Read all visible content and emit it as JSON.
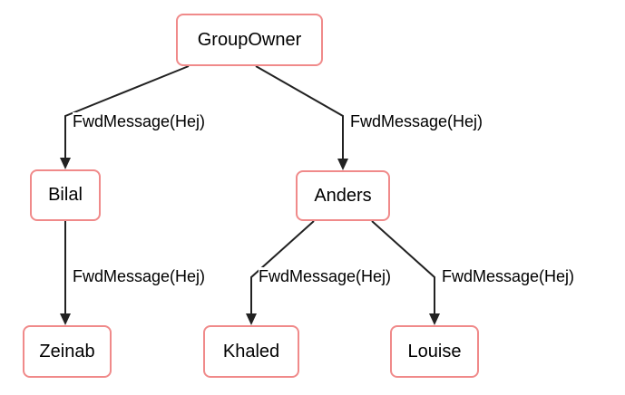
{
  "nodes": {
    "group_owner": "GroupOwner",
    "bilal": "Bilal",
    "anders": "Anders",
    "zeinab": "Zeinab",
    "khaled": "Khaled",
    "louise": "Louise"
  },
  "edges": {
    "owner_to_bilal": "FwdMessage(Hej)",
    "owner_to_anders": "FwdMessage(Hej)",
    "bilal_to_zeinab": "FwdMessage(Hej)",
    "anders_to_khaled": "FwdMessage(Hej)",
    "anders_to_louise": "FwdMessage(Hej)"
  },
  "colors": {
    "node_border": "#f08a8a",
    "edge": "#222222"
  }
}
